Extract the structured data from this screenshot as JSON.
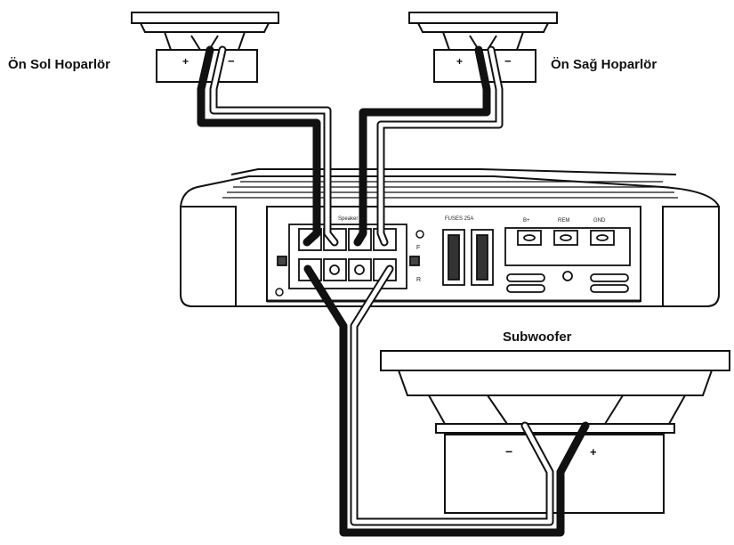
{
  "labels": {
    "front_left": "Ön Sol Hoparlör",
    "front_right": "Ön Sağ Hoparlör",
    "subwoofer": "Subwoofer"
  },
  "polarity": {
    "plus": "+",
    "minus": "−"
  },
  "amplifier": {
    "speaker_block": "Speaker",
    "fuse_block": "FUSES 25A",
    "power_terminals": [
      "B+",
      "REM",
      "GND"
    ],
    "channel_marks": [
      "F",
      "R"
    ]
  }
}
